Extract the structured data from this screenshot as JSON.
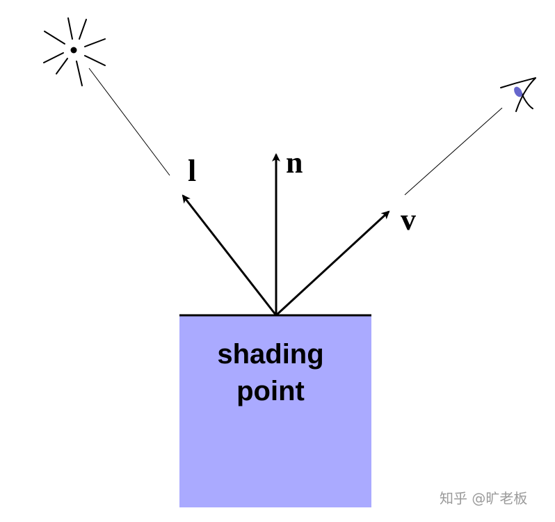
{
  "diagram": {
    "vectors": {
      "light": "l",
      "normal": "n",
      "view": "v"
    },
    "surface": {
      "label_line1": "shading",
      "label_line2": "point"
    },
    "icons": {
      "light_source": "sun-icon",
      "viewer": "eye-icon"
    },
    "colors": {
      "surface_fill": "#aaaaff",
      "eye_fill": "#6666cc",
      "stroke": "#000000"
    }
  },
  "watermark": "知乎 @旷老板"
}
